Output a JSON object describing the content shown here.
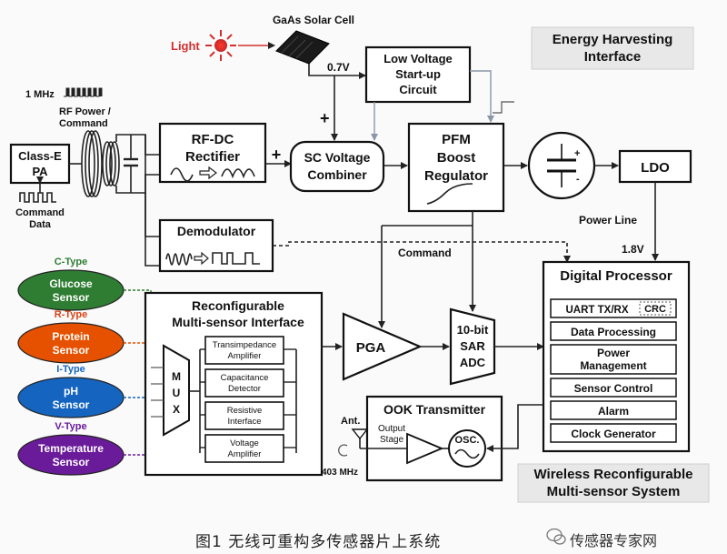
{
  "diagram": {
    "title_energy": [
      "Energy Harvesting",
      "Interface"
    ],
    "title_system": [
      "Wireless Reconfigurable",
      "Multi-sensor System"
    ],
    "light_label": "Light",
    "solar_label": "GaAs Solar Cell",
    "voltage_07": "0.7V",
    "voltage_18": "1.8V",
    "freq_label": "1 MHz",
    "rf_label": [
      "RF Power /",
      "Command"
    ],
    "classe_label": [
      "Class-E",
      "PA"
    ],
    "command_data_label": [
      "Command",
      "Data"
    ],
    "rfdc_label": [
      "RF-DC",
      "Rectifier"
    ],
    "demod_label": "Demodulator",
    "sc_label": [
      "SC Voltage",
      "Combiner"
    ],
    "lvs_label": [
      "Low Voltage",
      "Start-up",
      "Circuit"
    ],
    "pfm_label": [
      "PFM",
      "Boost",
      "Regulator"
    ],
    "ldo_label": "LDO",
    "power_line_label": "Power Line",
    "command_label": "Command",
    "plus_sign": "+",
    "cap_plus": "+",
    "cap_minus": "-",
    "dp_title": "Digital Processor",
    "dp_items": [
      "UART TX/RX",
      "Data Processing",
      "Power Management",
      "Sensor Control",
      "Alarm",
      "Clock Generator"
    ],
    "crc_label": "CRC",
    "rmi_title": [
      "Reconfigurable",
      "Multi-sensor Interface"
    ],
    "mux_label": [
      "M",
      "U",
      "X"
    ],
    "rmi_sub": [
      [
        "Transimpedance",
        "Amplifier"
      ],
      [
        "Capacitance",
        "Detector"
      ],
      [
        "Resistive",
        "Interface"
      ],
      [
        "Voltage",
        "Amplifier"
      ]
    ],
    "pga_label": "PGA",
    "adc_label": [
      "10-bit",
      "SAR",
      "ADC"
    ],
    "ook_title": "OOK Transmitter",
    "ant_label": "Ant.",
    "freq_403": "403 MHz",
    "output_stage_label": [
      "Output",
      "Stage"
    ],
    "osc_label": "OSC.",
    "sensors": [
      {
        "type": "C-Type",
        "name": [
          "Glucose",
          "Sensor"
        ],
        "color": "#2e7d32",
        "type_color": "#2e7d32"
      },
      {
        "type": "R-Type",
        "name": [
          "Protein",
          "Sensor"
        ],
        "color": "#e65100",
        "type_color": "#d84315"
      },
      {
        "type": "I-Type",
        "name": [
          "pH",
          "Sensor"
        ],
        "color": "#1565c0",
        "type_color": "#1565c0"
      },
      {
        "type": "V-Type",
        "name": [
          "Temperature",
          "Sensor"
        ],
        "color": "#6a1b9a",
        "type_color": "#6a1b9a"
      }
    ]
  },
  "caption": {
    "text": "图1    无线可重构多传感器片上系统",
    "watermark": "传感器专家网"
  }
}
